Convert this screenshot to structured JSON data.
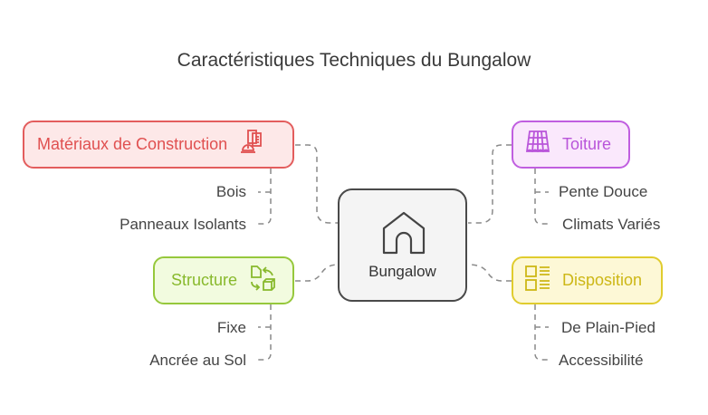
{
  "title": "Caractéristiques Techniques du Bungalow",
  "center": {
    "label": "Bungalow",
    "icon": "house-icon"
  },
  "branches": {
    "materiaux": {
      "label": "Matériaux de Construction",
      "icon": "construction-worker-building-icon",
      "color": "#e05050",
      "items": [
        "Bois",
        "Panneaux Isolants"
      ]
    },
    "toiture": {
      "label": "Toiture",
      "icon": "roof-tiles-icon",
      "color": "#b955da",
      "items": [
        "Pente Douce",
        "Climats Variés"
      ]
    },
    "structure": {
      "label": "Structure",
      "icon": "document-cube-transform-icon",
      "color": "#88b92c",
      "items": [
        "Fixe",
        "Ancrée au Sol"
      ]
    },
    "disposition": {
      "label": "Disposition",
      "icon": "list-layout-icon",
      "color": "#cdb716",
      "items": [
        "De Plain-Pied",
        "Accessibilité"
      ]
    }
  }
}
